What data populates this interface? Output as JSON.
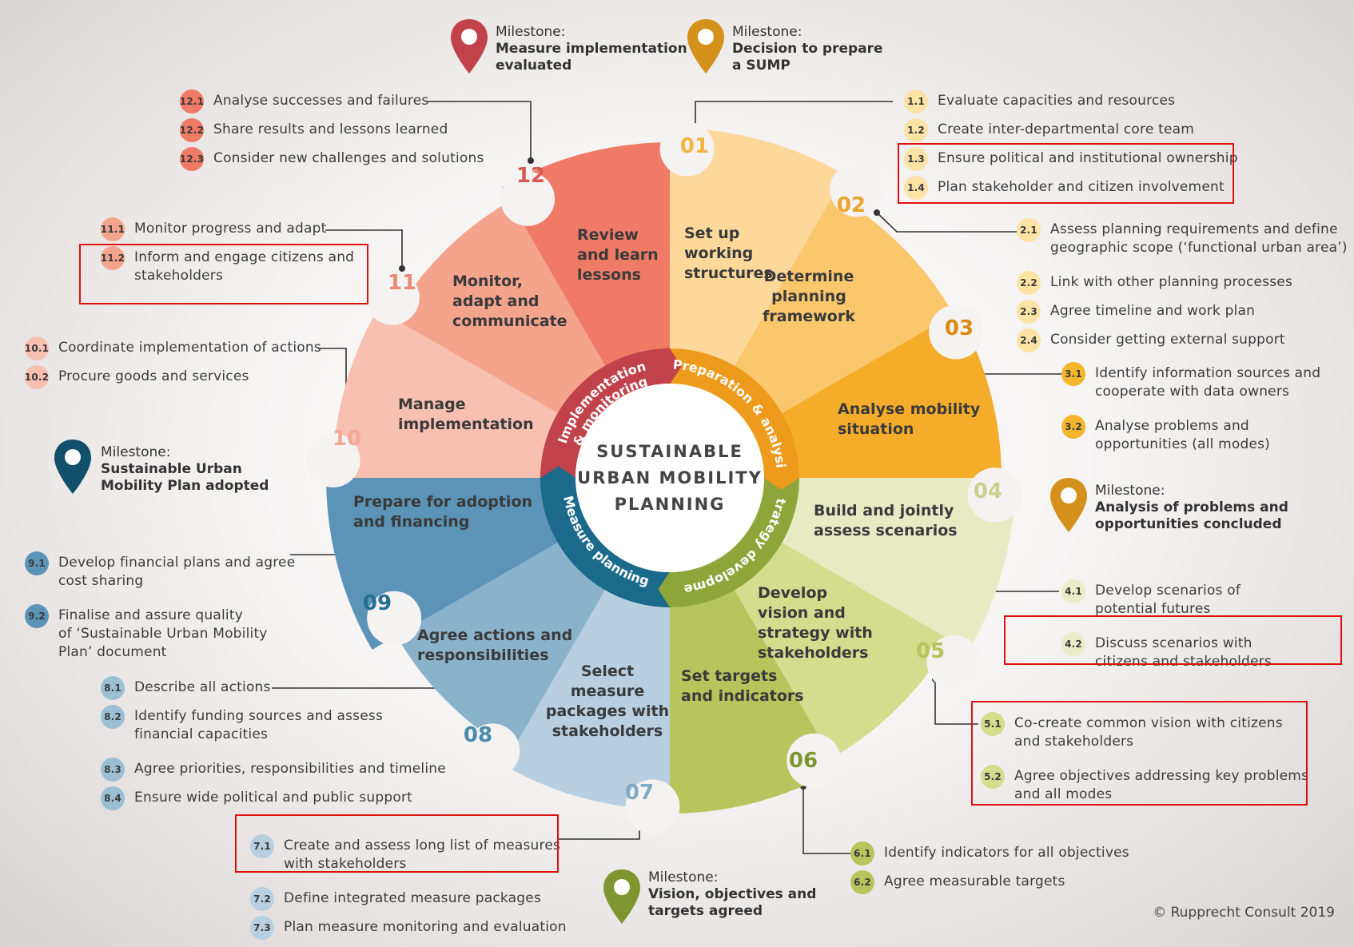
{
  "center_title": [
    "SUSTAINABLE",
    "URBAN MOBILITY",
    "PLANNING"
  ],
  "phases": {
    "preparation": "Preparation & analysis",
    "strategy": "Strategy development",
    "measure": "Measure planning",
    "implementation": "Implementation",
    "implementation2": "& monitoring"
  },
  "colors": {
    "preparation": "#ee9a1c",
    "strategy": "#8ea53a",
    "measure": "#1b6a8c",
    "implementation": "#c1424a"
  },
  "steps": [
    {
      "num": "01",
      "title": [
        "Set up",
        "working",
        "structures"
      ],
      "color": "#fdd89b",
      "numColor": "#f2b442"
    },
    {
      "num": "02",
      "title": [
        "Determine",
        "planning",
        "framework"
      ],
      "color": "#fbc76c",
      "numColor": "#eba52b"
    },
    {
      "num": "03",
      "title": [
        "Analyse mobility",
        "situation"
      ],
      "color": "#f5ac2a",
      "numColor": "#d98a10"
    },
    {
      "num": "04",
      "title": [
        "Build and jointly",
        "assess scenarios"
      ],
      "color": "#e7ebc4",
      "numColor": "#c8d18f"
    },
    {
      "num": "05",
      "title": [
        "Develop",
        "vision and",
        "strategy with",
        "stakeholders"
      ],
      "color": "#d4dc8e",
      "numColor": "#b6c25a"
    },
    {
      "num": "06",
      "title": [
        "Set targets",
        "and indicators"
      ],
      "color": "#b6c55c",
      "numColor": "#7f9630"
    },
    {
      "num": "07",
      "title": [
        "Select",
        "measure",
        "packages with",
        "stakeholders"
      ],
      "color": "#b7cfe0",
      "numColor": "#7faac4"
    },
    {
      "num": "08",
      "title": [
        "Agree actions and",
        "responsibilities"
      ],
      "color": "#8ab3cb",
      "numColor": "#4a8aab"
    },
    {
      "num": "09",
      "title": [
        "Prepare for adoption",
        "and financing"
      ],
      "color": "#5b94b6",
      "numColor": "#246e94"
    },
    {
      "num": "10",
      "title": [
        "Manage",
        "implementation"
      ],
      "color": "#f8c0b0",
      "numColor": "#f0a898"
    },
    {
      "num": "11",
      "title": [
        "Monitor,",
        "adapt and",
        "communicate"
      ],
      "color": "#f4a38c",
      "numColor": "#ec8a78"
    },
    {
      "num": "12",
      "title": [
        "Review",
        "and learn",
        "lessons"
      ],
      "color": "#ef7a66",
      "numColor": "#d85a52"
    }
  ],
  "activities": {
    "s1": [
      {
        "id": "1.1",
        "text": "Evaluate capacities and resources"
      },
      {
        "id": "1.2",
        "text": "Create inter-departmental core team"
      },
      {
        "id": "1.3",
        "text": "Ensure political and institutional ownership"
      },
      {
        "id": "1.4",
        "text": "Plan stakeholder and citizen involvement"
      }
    ],
    "s2": [
      {
        "id": "2.1",
        "text": "Assess planning requirements and define\ngeographic scope (‘functional urban area’)"
      },
      {
        "id": "2.2",
        "text": "Link with other planning processes"
      },
      {
        "id": "2.3",
        "text": "Agree timeline and work plan"
      },
      {
        "id": "2.4",
        "text": "Consider getting external support"
      }
    ],
    "s3": [
      {
        "id": "3.1",
        "text": "Identify information sources and\ncooperate with data owners"
      },
      {
        "id": "3.2",
        "text": "Analyse problems and\nopportunities (all modes)"
      }
    ],
    "s4": [
      {
        "id": "4.1",
        "text": "Develop scenarios of\npotential futures"
      },
      {
        "id": "4.2",
        "text": "Discuss scenarios with\ncitizens and stakeholders"
      }
    ],
    "s5": [
      {
        "id": "5.1",
        "text": "Co-create common vision with citizens\nand stakeholders"
      },
      {
        "id": "5.2",
        "text": "Agree objectives addressing key problems\nand all modes"
      }
    ],
    "s6": [
      {
        "id": "6.1",
        "text": "Identify indicators for all objectives"
      },
      {
        "id": "6.2",
        "text": "Agree measurable targets"
      }
    ],
    "s7": [
      {
        "id": "7.1",
        "text": "Create and assess long list of measures\nwith stakeholders"
      },
      {
        "id": "7.2",
        "text": "Define integrated measure packages"
      },
      {
        "id": "7.3",
        "text": "Plan measure monitoring and evaluation"
      }
    ],
    "s8": [
      {
        "id": "8.1",
        "text": "Describe all actions"
      },
      {
        "id": "8.2",
        "text": "Identify funding sources and assess\nfinancial capacities"
      },
      {
        "id": "8.3",
        "text": "Agree priorities, responsibilities and timeline"
      },
      {
        "id": "8.4",
        "text": "Ensure wide political and public support"
      }
    ],
    "s9": [
      {
        "id": "9.1",
        "text": "Develop financial plans and agree\ncost sharing"
      },
      {
        "id": "9.2",
        "text": "Finalise and assure quality\nof ‘Sustainable Urban Mobility\nPlan’ document"
      }
    ],
    "s10": [
      {
        "id": "10.1",
        "text": "Coordinate implementation of actions"
      },
      {
        "id": "10.2",
        "text": "Procure goods and services"
      }
    ],
    "s11": [
      {
        "id": "11.1",
        "text": "Monitor progress and adapt"
      },
      {
        "id": "11.2",
        "text": "Inform and engage citizens and\nstakeholders"
      }
    ],
    "s12": [
      {
        "id": "12.1",
        "text": "Analyse successes and failures"
      },
      {
        "id": "12.2",
        "text": "Share results and lessons learned"
      },
      {
        "id": "12.3",
        "text": "Consider new challenges and solutions"
      }
    ]
  },
  "milestones": {
    "m1": {
      "label": "Milestone:",
      "name": [
        "Measure implementation",
        "evaluated"
      ],
      "color": "#c1424a"
    },
    "m2": {
      "label": "Milestone:",
      "name": [
        "Decision to prepare",
        "a SUMP"
      ],
      "color": "#d4921c"
    },
    "m3": {
      "label": "Milestone:",
      "name": [
        "Analysis of problems and",
        "opportunities concluded"
      ],
      "color": "#d4921c"
    },
    "m4": {
      "label": "Milestone:",
      "name": [
        "Vision, objectives and",
        "targets agreed"
      ],
      "color": "#7f9630"
    },
    "m5": {
      "label": "Milestone:",
      "name": [
        "Sustainable Urban",
        "Mobility Plan adopted"
      ],
      "color": "#124f6b"
    }
  },
  "copyright": "© Rupprecht Consult 2019"
}
